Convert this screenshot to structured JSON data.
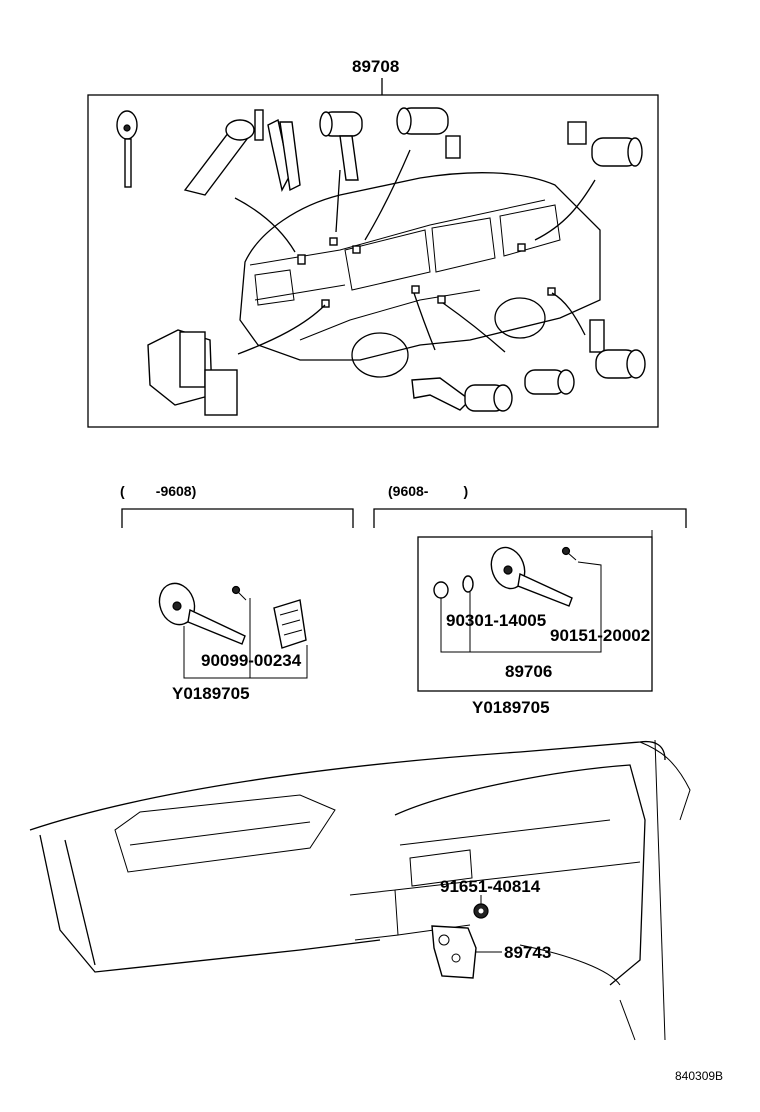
{
  "labels": {
    "main_assembly": "89708",
    "range_before": "(        -9608)",
    "range_after": "(9608-         )",
    "left_screw": "90099-00234",
    "left_key_set": "Y0189705",
    "right_washer": "90301-14005",
    "right_screw": "90151-20002",
    "right_sub_set": "89706",
    "right_key_set": "Y0189705",
    "dash_nut": "91651-40814",
    "dash_bracket": "89743",
    "diagram_code": "840309B"
  }
}
